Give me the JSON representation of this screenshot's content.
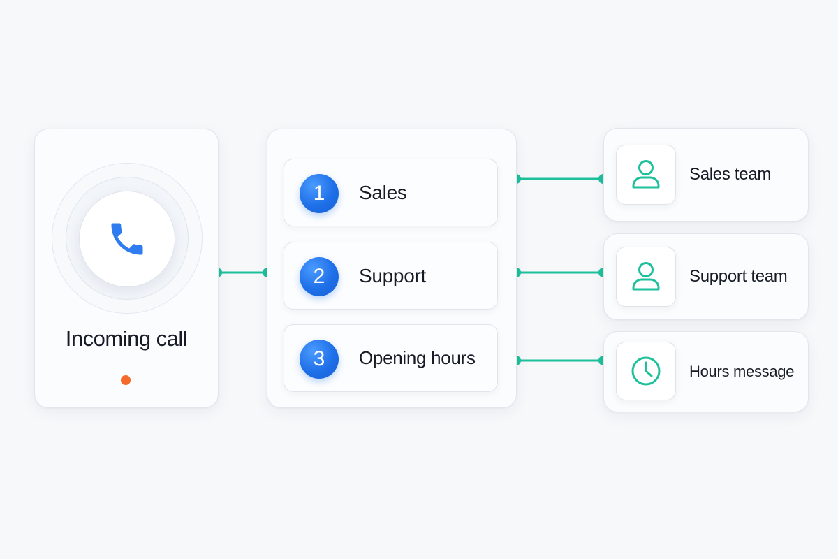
{
  "diagram": {
    "incoming_call": {
      "label": "Incoming call",
      "icon": "phone-icon",
      "status_color": "#f56a2a"
    },
    "menu_options": [
      {
        "number": "1",
        "label": "Sales"
      },
      {
        "number": "2",
        "label": "Support"
      },
      {
        "number": "3",
        "label": "Opening hours"
      }
    ],
    "destinations": [
      {
        "label": "Sales team",
        "icon": "person-icon"
      },
      {
        "label": "Support team",
        "icon": "person-icon"
      },
      {
        "label": "Hours message",
        "icon": "clock-icon"
      }
    ],
    "colors": {
      "accent_blue": "#1f6fe8",
      "connector_green": "#1ec09c",
      "text": "#161b26",
      "background": "#f7f8fa"
    }
  }
}
